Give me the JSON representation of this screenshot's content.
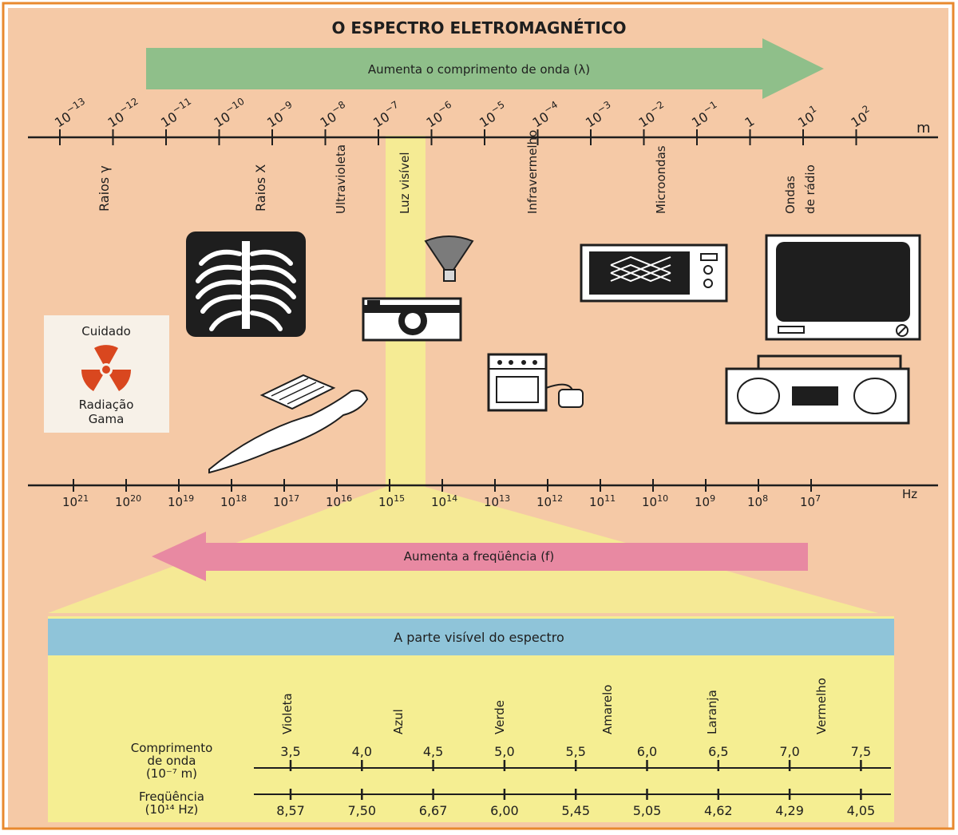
{
  "title": "O ESPECTRO ELETROMAGNÉTICO",
  "wavelength_arrow": "Aumenta o comprimento de onda (λ)",
  "frequency_arrow": "Aumenta a freqüência (f)",
  "wavelength_unit": "m",
  "frequency_unit": "Hz",
  "wavelength_ticks": [
    {
      "base": "10",
      "exp": "−13"
    },
    {
      "base": "10",
      "exp": "−12"
    },
    {
      "base": "10",
      "exp": "−11"
    },
    {
      "base": "10",
      "exp": "−10"
    },
    {
      "base": "10",
      "exp": "−9"
    },
    {
      "base": "10",
      "exp": "−8"
    },
    {
      "base": "10",
      "exp": "−7"
    },
    {
      "base": "10",
      "exp": "−6"
    },
    {
      "base": "10",
      "exp": "−5"
    },
    {
      "base": "10",
      "exp": "−4"
    },
    {
      "base": "10",
      "exp": "−3"
    },
    {
      "base": "10",
      "exp": "−2"
    },
    {
      "base": "10",
      "exp": "−1"
    },
    {
      "base": "1",
      "exp": ""
    },
    {
      "base": "10",
      "exp": "1"
    },
    {
      "base": "10",
      "exp": "2"
    }
  ],
  "frequency_ticks": [
    {
      "base": "10",
      "exp": "21"
    },
    {
      "base": "10",
      "exp": "20"
    },
    {
      "base": "10",
      "exp": "19"
    },
    {
      "base": "10",
      "exp": "18"
    },
    {
      "base": "10",
      "exp": "17"
    },
    {
      "base": "10",
      "exp": "16"
    },
    {
      "base": "10",
      "exp": "15"
    },
    {
      "base": "10",
      "exp": "14"
    },
    {
      "base": "10",
      "exp": "13"
    },
    {
      "base": "10",
      "exp": "12"
    },
    {
      "base": "10",
      "exp": "11"
    },
    {
      "base": "10",
      "exp": "10"
    },
    {
      "base": "10",
      "exp": "9"
    },
    {
      "base": "10",
      "exp": "8"
    },
    {
      "base": "10",
      "exp": "7"
    }
  ],
  "bands": {
    "gamma": "Raios γ",
    "xray": "Raios X",
    "uv": "Ultravioleta",
    "visible": "Luz visível",
    "ir": "Infravermelho",
    "micro": "Microondas",
    "radio1": "Ondas",
    "radio2": "de rádio"
  },
  "caution": {
    "line1": "Cuidado",
    "line2": "Radiação",
    "line3": "Gama"
  },
  "visible_panel": {
    "title": "A parte visível do espectro",
    "colors": [
      "Violeta",
      "Azul",
      "Verde",
      "Amarelo",
      "Laranja",
      "Vermelho"
    ],
    "wavelength_label": [
      "Comprimento",
      "de onda",
      "(10⁻⁷ m)"
    ],
    "frequency_label": [
      "Freqüência",
      "(10¹⁴ Hz)"
    ],
    "wavelength_values": [
      "3,5",
      "4,0",
      "4,5",
      "5,0",
      "5,5",
      "6,0",
      "6,5",
      "7,0",
      "7,5"
    ],
    "frequency_values": [
      "8,57",
      "7,50",
      "6,67",
      "6,00",
      "5,45",
      "5,05",
      "4,62",
      "4,29",
      "4,05"
    ]
  },
  "colors": {
    "background": "#f5c9a6",
    "frame": "#e8892e",
    "green_arrow": "#8fbf8a",
    "pink_arrow": "#e889a2",
    "yellow": "#f5ee92",
    "blue_band": "#8fc4d9",
    "radiation": "#d9471f"
  }
}
